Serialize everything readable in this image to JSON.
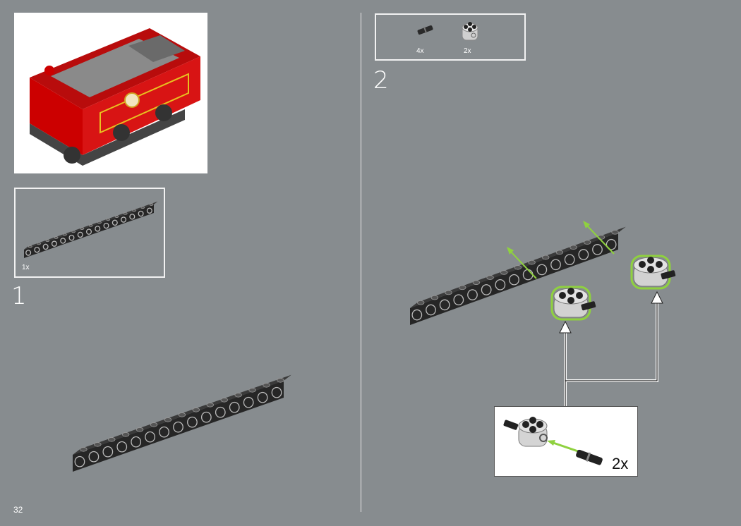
{
  "page_number": "32",
  "colors": {
    "background": "#878c8f",
    "highlight": "#8fd13f",
    "beam": "#2b2b2b",
    "train_red": "#d01010"
  },
  "step1": {
    "number": "1",
    "parts": [
      {
        "name": "technic-beam-15",
        "qty": "1x"
      }
    ]
  },
  "step2": {
    "number": "2",
    "parts": [
      {
        "name": "technic-pin-with-friction",
        "qty": "4x"
      },
      {
        "name": "round-brick-2x2-with-pin-hole",
        "qty": "2x"
      }
    ],
    "callout_qty": "2x"
  }
}
